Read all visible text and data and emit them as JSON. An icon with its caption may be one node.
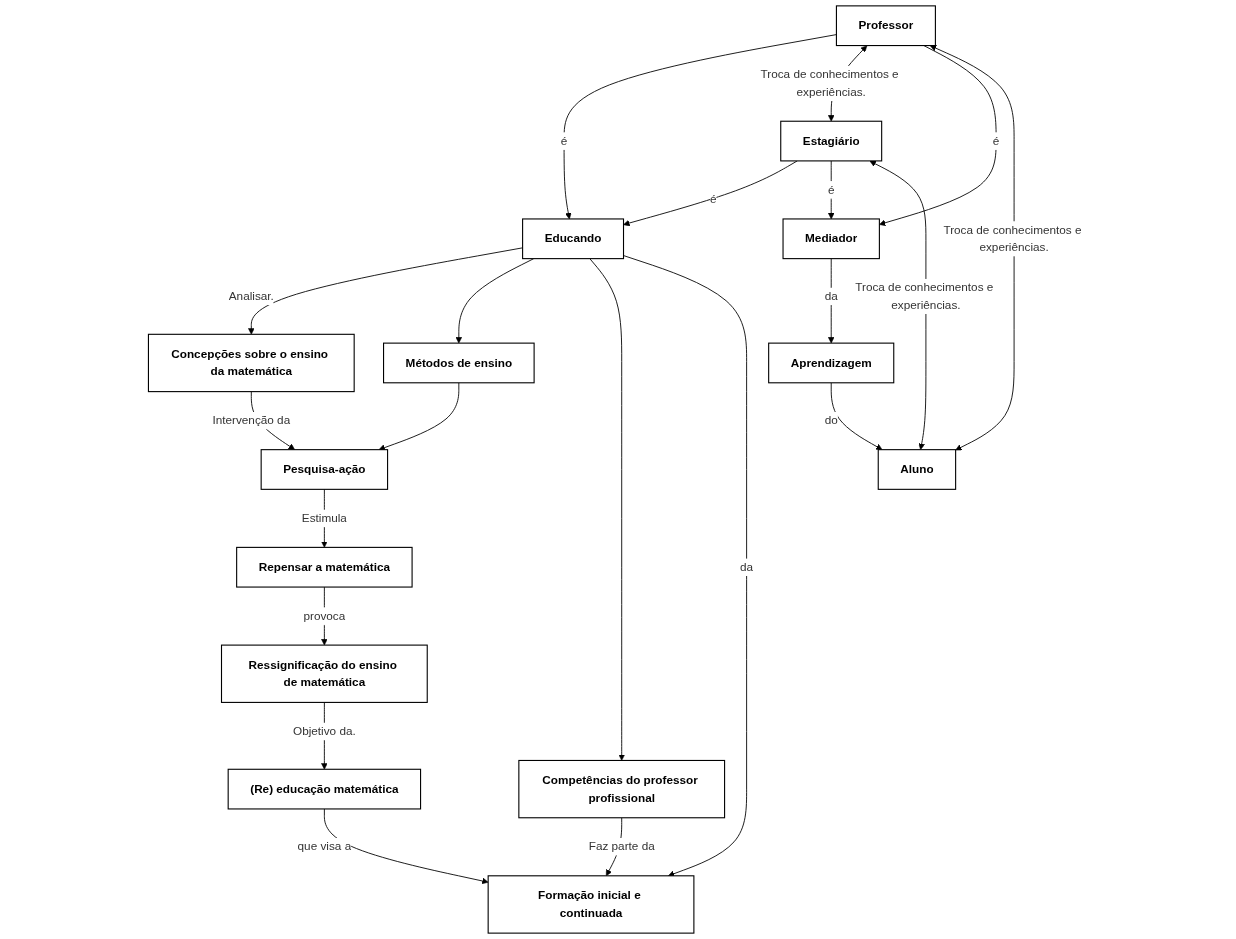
{
  "diagram": {
    "nodes": [
      {
        "text": [
          "Educando"
        ]
      },
      {
        "text": [
          "Professor"
        ]
      },
      {
        "text": [
          "Estagiário"
        ]
      },
      {
        "text": [
          "Mediador"
        ]
      },
      {
        "text": [
          "Aprendizagem"
        ]
      },
      {
        "text": [
          "Aluno"
        ]
      },
      {
        "text": [
          "Concepções sobre o ensino da matemática"
        ]
      },
      {
        "text": [
          "Métodos de ensino"
        ]
      },
      {
        "text": [
          "Competências do professor profissional"
        ]
      },
      {
        "text": [
          "Pesquisa-ação"
        ]
      },
      {
        "text": [
          "Repensar a matemática"
        ]
      },
      {
        "text": [
          "Formação inicial e continuada"
        ]
      },
      {
        "text": [
          "Ressignificação do ensino de matemática"
        ]
      },
      {
        "text": [
          "(Re) educação matemática"
        ]
      }
    ],
    "edges": [
      {
        "from": 1,
        "to": 0,
        "label": "é",
        "arrow": "to"
      },
      {
        "from": 2,
        "to": 0,
        "label": "é",
        "arrow": "to"
      },
      {
        "from": 1,
        "to": 2,
        "label": "Troca de conhecimentos e experiências.",
        "arrow": "both"
      },
      {
        "from": 1,
        "to": 3,
        "label": "é",
        "arrow": "to"
      },
      {
        "from": 2,
        "to": 3,
        "label": "é",
        "arrow": "to"
      },
      {
        "from": 3,
        "to": 4,
        "label": "da",
        "arrow": "to"
      },
      {
        "from": 4,
        "to": 5,
        "label": "do",
        "arrow": "to"
      },
      {
        "from": 1,
        "to": 5,
        "label": "Troca de conhecimentos e experiências.",
        "arrow": "both"
      },
      {
        "from": 2,
        "to": 5,
        "label": "Troca de conhecimentos e experiências.",
        "arrow": "both"
      },
      {
        "from": 0,
        "to": 6,
        "label": "Analisar.",
        "arrow": "to"
      },
      {
        "from": 0,
        "to": 7,
        "arrow": "to"
      },
      {
        "from": 0,
        "to": 8,
        "arrow": "to"
      },
      {
        "from": 0,
        "to": 11,
        "label": "da",
        "arrow": "to"
      },
      {
        "from": 6,
        "to": 9,
        "label": "Intervenção da",
        "arrow": "to"
      },
      {
        "from": 7,
        "to": 9,
        "arrow": "to"
      },
      {
        "from": 8,
        "to": 11,
        "label": "Faz parte da",
        "arrow": "to"
      },
      {
        "from": 9,
        "to": 10,
        "label": "Estimula",
        "arrow": "to"
      },
      {
        "from": 10,
        "to": 12,
        "label": "provoca",
        "arrow": "to"
      },
      {
        "from": 12,
        "to": 13,
        "label": "Objetivo da.",
        "arrow": "to"
      },
      {
        "from": 13,
        "to": 11,
        "label": "que visa a",
        "arrow": "to"
      }
    ]
  }
}
